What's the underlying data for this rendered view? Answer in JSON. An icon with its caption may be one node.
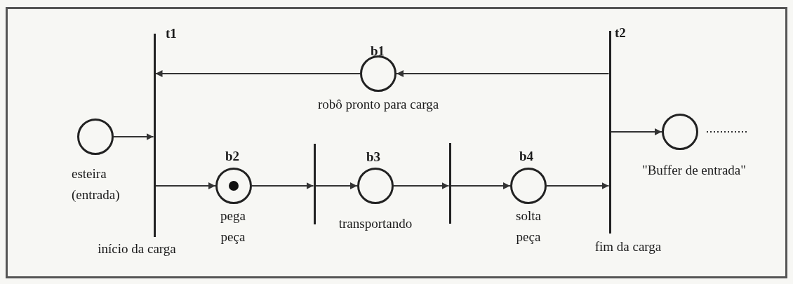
{
  "diagram": {
    "nodes": [
      {
        "text": [
          "t1",
          "início da carga"
        ]
      },
      {
        "text": [
          "b1",
          "robô pronto para carga"
        ]
      },
      {
        "text": [
          "t2",
          "fim da carga"
        ]
      },
      {
        "text": [
          "esteira (entrada)"
        ]
      },
      {
        "text": [
          "b2",
          "pega peça"
        ]
      },
      {
        "text": [],
        "shape": "bar"
      },
      {
        "text": [
          "b3",
          "transportando"
        ]
      },
      {
        "text": [],
        "shape": "bar"
      },
      {
        "text": [
          "b4",
          "solta peça"
        ]
      },
      {
        "text": [
          "\"Buffer de entrada\""
        ]
      }
    ],
    "edges": [
      {
        "from": 2,
        "to": 1,
        "arrow": "to"
      },
      {
        "from": 1,
        "to": 0,
        "arrow": "to"
      },
      {
        "from": 3,
        "to": 0,
        "arrow": "to"
      },
      {
        "from": 0,
        "to": 4,
        "arrow": "to"
      },
      {
        "from": 4,
        "to": 5,
        "arrow": "to"
      },
      {
        "from": 5,
        "to": 6,
        "arrow": "to"
      },
      {
        "from": 6,
        "to": 7,
        "arrow": "to"
      },
      {
        "from": 7,
        "to": 8,
        "arrow": "to"
      },
      {
        "from": 8,
        "to": 2,
        "arrow": "to"
      },
      {
        "from": 2,
        "to": 9,
        "arrow": "to"
      },
      {
        "from": 9,
        "to": null,
        "arrow": "none",
        "style": "dashed"
      }
    ]
  }
}
